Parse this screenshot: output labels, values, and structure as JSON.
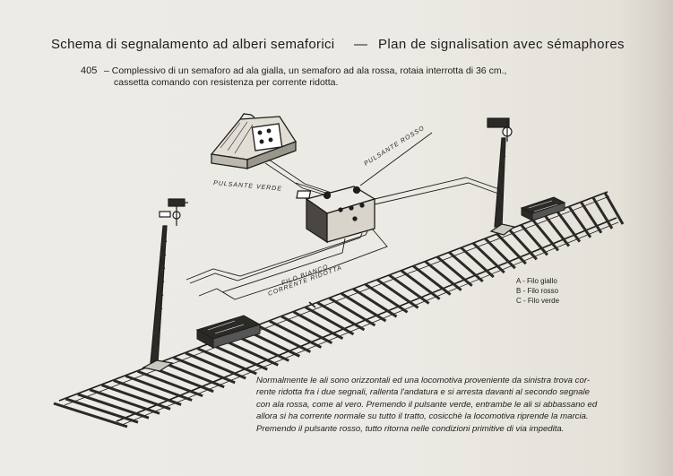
{
  "header": {
    "title_it": "Schema di segnalamento ad alberi semaforici",
    "dash": "—",
    "title_fr": "Plan de signalisation avec sémaphores"
  },
  "item": {
    "number": "405",
    "line1": "– Complessivo di un semaforo ad ala gialla, un semaforo ad ala rossa, rotaia interrotta di 36 cm.,",
    "line2": "cassetta comando con resistenza per corrente ridotta."
  },
  "diagram": {
    "button_green": "PULSANTE VERDE",
    "button_red": "PULSANTE ROSSO",
    "wire_white": "FILO BIANCO",
    "reduced_current": "CORRENTE RIDOTTA"
  },
  "legend": {
    "a": "A - Filo giallo",
    "b": "B - Filo rosso",
    "c": "C - Filo verde"
  },
  "explanation": {
    "line1": "Normalmente le ali sono orizzontali ed una locomotiva proveniente da sinistra trova cor-",
    "line2": "rente ridotta fra i due segnali, rallenta l'andatura e si arresta davanti al secondo segnale",
    "line3": "con ala rossa, come al vero.  Premendo il pulsante verde, entrambe le ali si abbassano ed",
    "line4": "allora si ha corrente normale su tutto il tratto, cosicchè la locomotiva riprende la marcia.",
    "line5": "Premendo il pulsante rosso, tutto ritorna nelle condizioni primitive di via impedita."
  }
}
